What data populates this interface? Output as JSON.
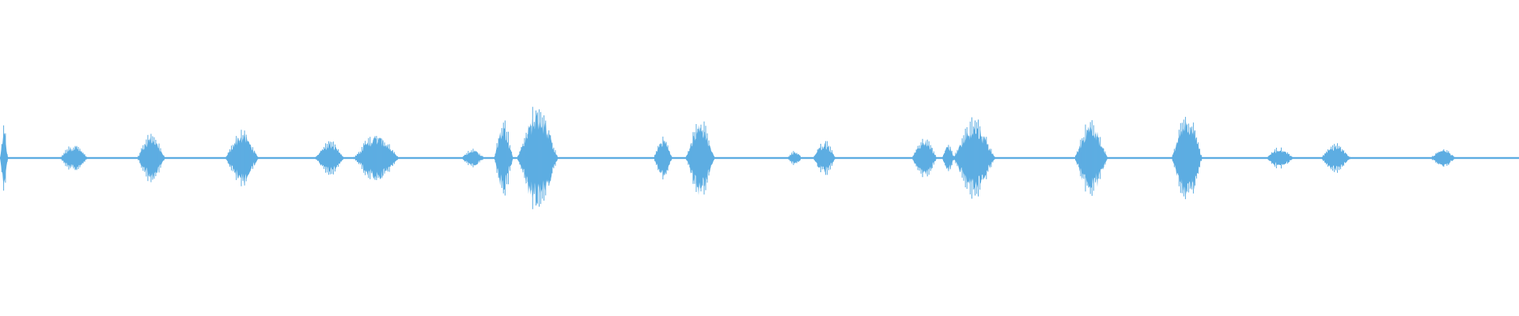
{
  "waveform": {
    "color": "#5DADE2",
    "background": "#FFFFFF",
    "baseline_amplitude": 0.006,
    "segments": [
      {
        "start": 0.0,
        "end": 0.006,
        "amp": 0.18
      },
      {
        "start": 0.039,
        "end": 0.061,
        "amp": 0.08
      },
      {
        "start": 0.09,
        "end": 0.112,
        "amp": 0.14
      },
      {
        "start": 0.148,
        "end": 0.174,
        "amp": 0.16
      },
      {
        "start": 0.207,
        "end": 0.23,
        "amp": 0.1
      },
      {
        "start": 0.232,
        "end": 0.268,
        "amp": 0.14
      },
      {
        "start": 0.303,
        "end": 0.322,
        "amp": 0.05
      },
      {
        "start": 0.325,
        "end": 0.34,
        "amp": 0.22
      },
      {
        "start": 0.34,
        "end": 0.372,
        "amp": 0.3
      },
      {
        "start": 0.43,
        "end": 0.445,
        "amp": 0.12
      },
      {
        "start": 0.451,
        "end": 0.474,
        "amp": 0.22
      },
      {
        "start": 0.518,
        "end": 0.53,
        "amp": 0.04
      },
      {
        "start": 0.535,
        "end": 0.553,
        "amp": 0.1
      },
      {
        "start": 0.6,
        "end": 0.62,
        "amp": 0.12
      },
      {
        "start": 0.62,
        "end": 0.63,
        "amp": 0.08
      },
      {
        "start": 0.627,
        "end": 0.66,
        "amp": 0.22
      },
      {
        "start": 0.707,
        "end": 0.733,
        "amp": 0.22
      },
      {
        "start": 0.771,
        "end": 0.795,
        "amp": 0.27
      },
      {
        "start": 0.833,
        "end": 0.855,
        "amp": 0.06
      },
      {
        "start": 0.869,
        "end": 0.893,
        "amp": 0.08
      },
      {
        "start": 0.941,
        "end": 0.962,
        "amp": 0.05
      }
    ]
  }
}
